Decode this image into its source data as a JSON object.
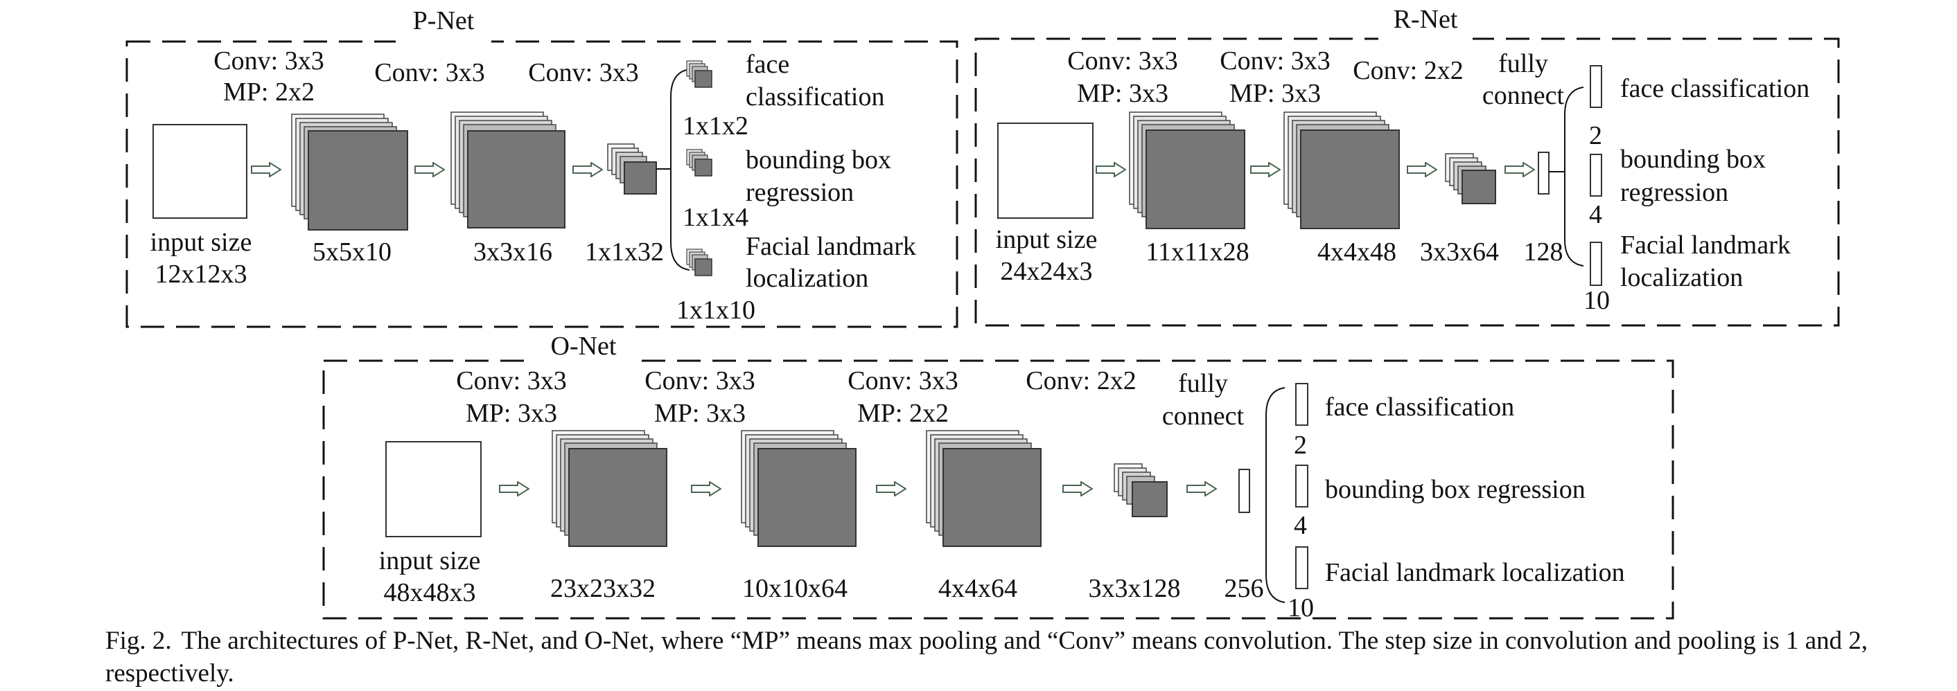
{
  "colors": {
    "ink": "#111111",
    "map_fill_front": "#777777",
    "map_fill_layers": [
      "#f5f5f5",
      "#e8e8e8",
      "#d4d4d4",
      "#bdbdbd"
    ],
    "arrow_stroke": "#4a6652",
    "background": "#ffffff"
  },
  "pnet": {
    "title": "P-Net",
    "input_label_1": "input size",
    "input_label_2": "12x12x3",
    "op1_line1": "Conv: 3x3",
    "op1_line2": "MP: 2x2",
    "op2": "Conv: 3x3",
    "op3": "Conv: 3x3",
    "map1": "5x5x10",
    "map2": "3x3x16",
    "map3": "1x1x32",
    "out_face_1": "face",
    "out_face_2": "classification",
    "out_face_dim": "1x1x2",
    "out_bbox_1": "bounding box",
    "out_bbox_2": "regression",
    "out_bbox_dim": "1x1x4",
    "out_land_1": "Facial landmark",
    "out_land_2": "localization",
    "out_land_dim": "1x1x10"
  },
  "rnet": {
    "title": "R-Net",
    "input_label_1": "input size",
    "input_label_2": "24x24x3",
    "op1_line1": "Conv: 3x3",
    "op1_line2": "MP: 3x3",
    "op2_line1": "Conv: 3x3",
    "op2_line2": "MP: 3x3",
    "op3": "Conv: 2x2",
    "fc_line1": "fully",
    "fc_line2": "connect",
    "map1": "11x11x28",
    "map2": "4x4x48",
    "map3": "3x3x64",
    "fc_dim": "128",
    "out_face": "face classification",
    "out_face_dim": "2",
    "out_bbox_1": "bounding box",
    "out_bbox_2": "regression",
    "out_bbox_dim": "4",
    "out_land_1": "Facial landmark",
    "out_land_2": "localization",
    "out_land_dim": "10"
  },
  "onet": {
    "title": "O-Net",
    "input_label_1": "input size",
    "input_label_2": "48x48x3",
    "op1_line1": "Conv: 3x3",
    "op1_line2": "MP: 3x3",
    "op2_line1": "Conv: 3x3",
    "op2_line2": "MP: 3x3",
    "op3_line1": "Conv: 3x3",
    "op3_line2": "MP: 2x2",
    "op4": "Conv: 2x2",
    "fc_line1": "fully",
    "fc_line2": "connect",
    "map1": "23x23x32",
    "map2": "10x10x64",
    "map3": "4x4x64",
    "map4": "3x3x128",
    "fc_dim": "256",
    "out_face": "face classification",
    "out_face_dim": "2",
    "out_bbox": "bounding box regression",
    "out_bbox_dim": "4",
    "out_land": "Facial landmark localization",
    "out_land_dim": "10"
  },
  "caption": {
    "label": "Fig. 2.",
    "text": "The architectures of P-Net, R-Net, and O-Net, where “MP” means max pooling and “Conv” means convolution. The step size in convolution and pooling is 1 and 2, respectively."
  }
}
